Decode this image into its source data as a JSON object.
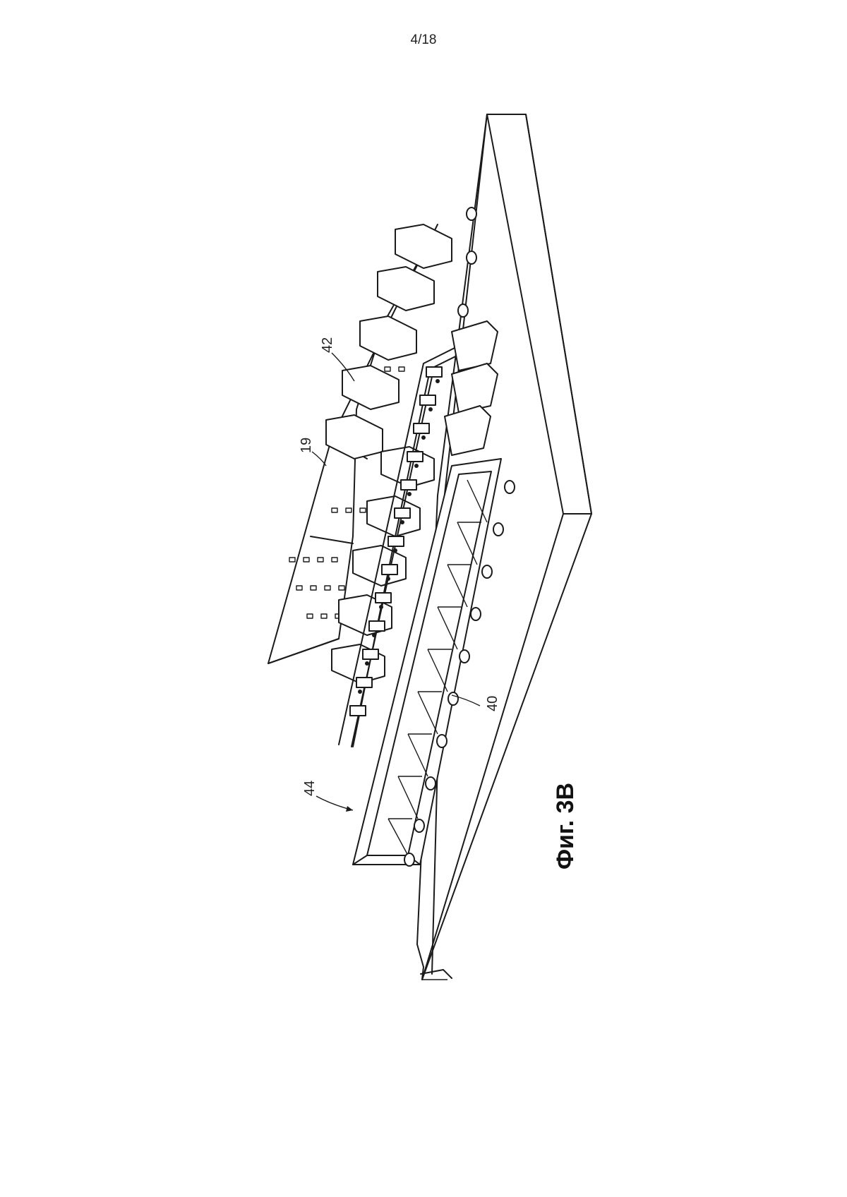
{
  "page": {
    "number": "4/18"
  },
  "figure": {
    "caption": "Фиг. 3В",
    "labels": {
      "frame": "40",
      "upper_assembly": "42",
      "tooling": "44",
      "panel": "19"
    }
  },
  "colors": {
    "line": "#1a1a1a",
    "background": "#ffffff"
  }
}
